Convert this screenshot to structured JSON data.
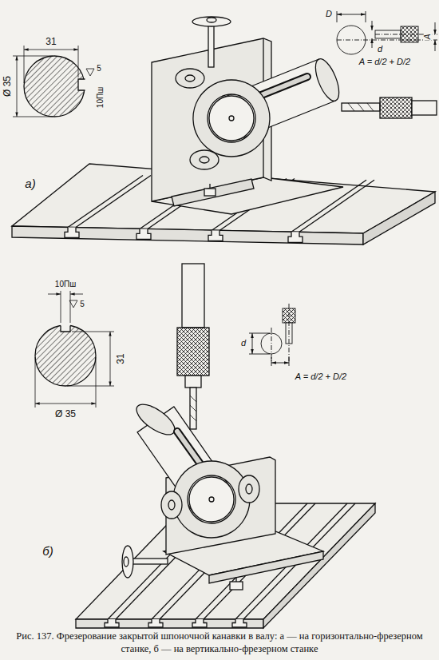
{
  "diagram": {
    "caption": "Рис. 137. Фрезерование закрытой шпоночной канавки в валу: а — на горизонтально-фрезерном станке, б — на вертикально-фрезерном станке",
    "labels": [
      "31",
      "Ø 35",
      "10Пш",
      "5",
      "D",
      "d",
      "A",
      "A = d/2 + D/2",
      "а)",
      "10Пш",
      "5",
      "31",
      "Ø 35",
      "d",
      "A = d/2 + D/2",
      "б)"
    ]
  }
}
